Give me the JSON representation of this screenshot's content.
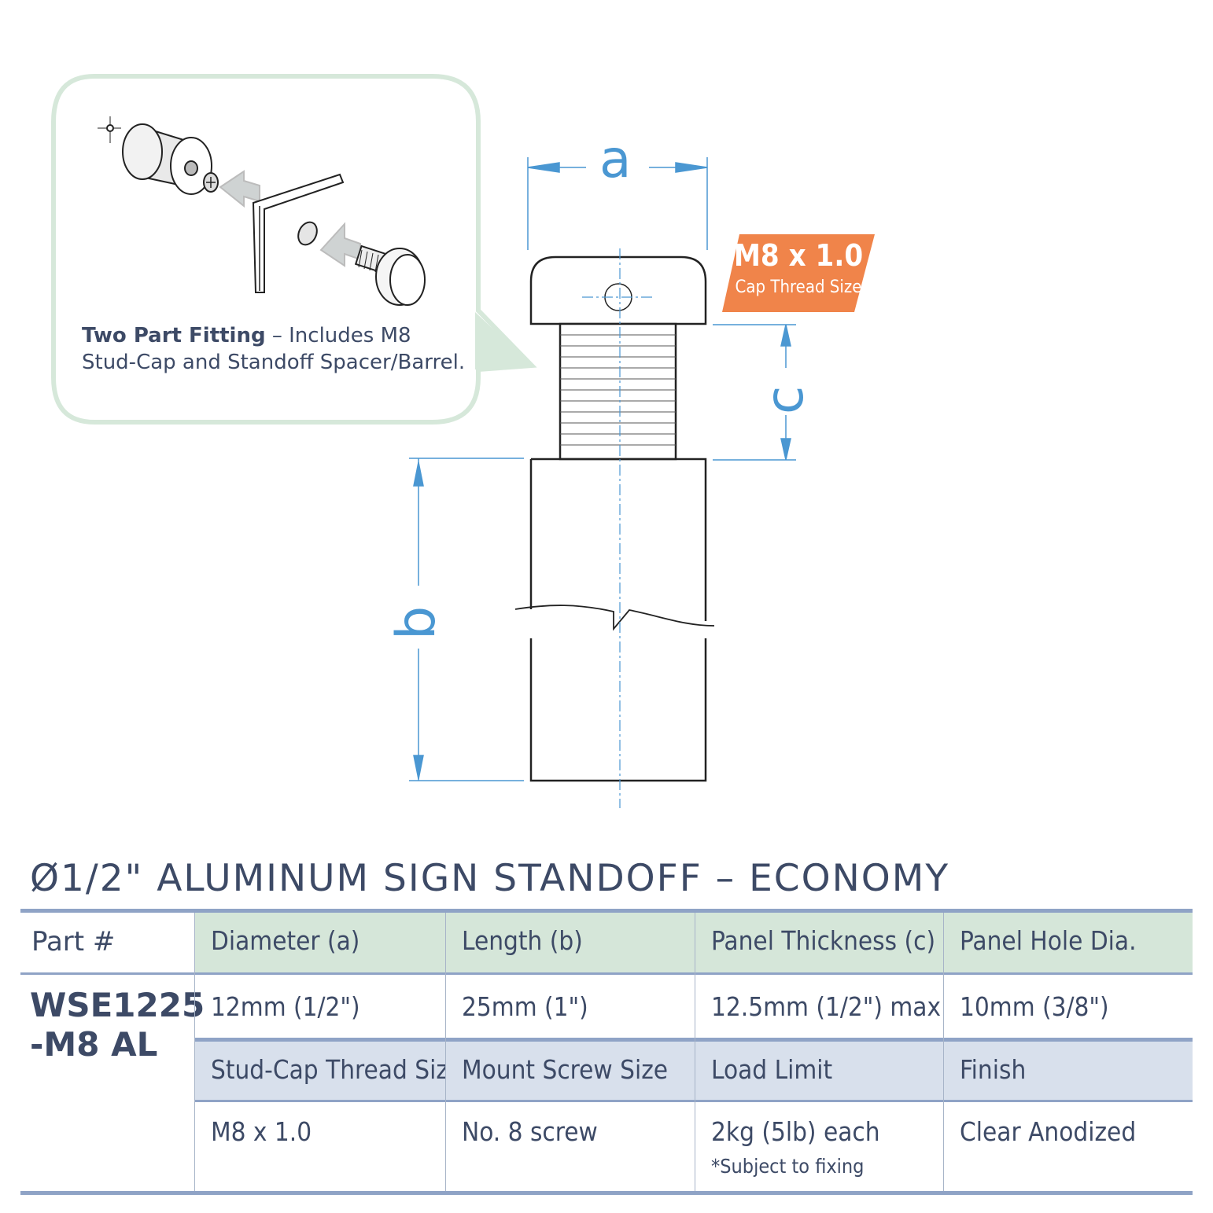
{
  "fitting_note": {
    "bold": "Two Part Fitting",
    "separator": " –  ",
    "line1": "Includes M8",
    "line2": "Stud-Cap and Standoff Spacer/Barrel."
  },
  "badge": {
    "thread": "M8 x 1.0",
    "caption": "Cap Thread Size",
    "color": "#f0844a"
  },
  "dimensions": {
    "a": "a",
    "b": "b",
    "c": "c",
    "color": "#4a97d2"
  },
  "title": "Ø1/2\" ALUMINUM SIGN STANDOFF – ECONOMY",
  "table": {
    "part_label": "Part #",
    "part_number_line1": "WSE1225",
    "part_number_line2": "-M8 AL",
    "row1_headers": [
      "Diameter (a)",
      "Length (b)",
      "Panel Thickness (c)",
      "Panel Hole Dia."
    ],
    "row1_values": [
      "12mm (1/2\")",
      "25mm (1\")",
      "12.5mm (1/2\") max",
      "10mm (3/8\")"
    ],
    "row2_headers": [
      "Stud-Cap Thread Size",
      "Mount Screw Size",
      "Load Limit",
      "Finish"
    ],
    "row2_values": [
      "M8 x 1.0",
      "No. 8 screw",
      "2kg (5lb) each",
      "Clear Anodized"
    ],
    "load_note": "*Subject to fixing"
  }
}
